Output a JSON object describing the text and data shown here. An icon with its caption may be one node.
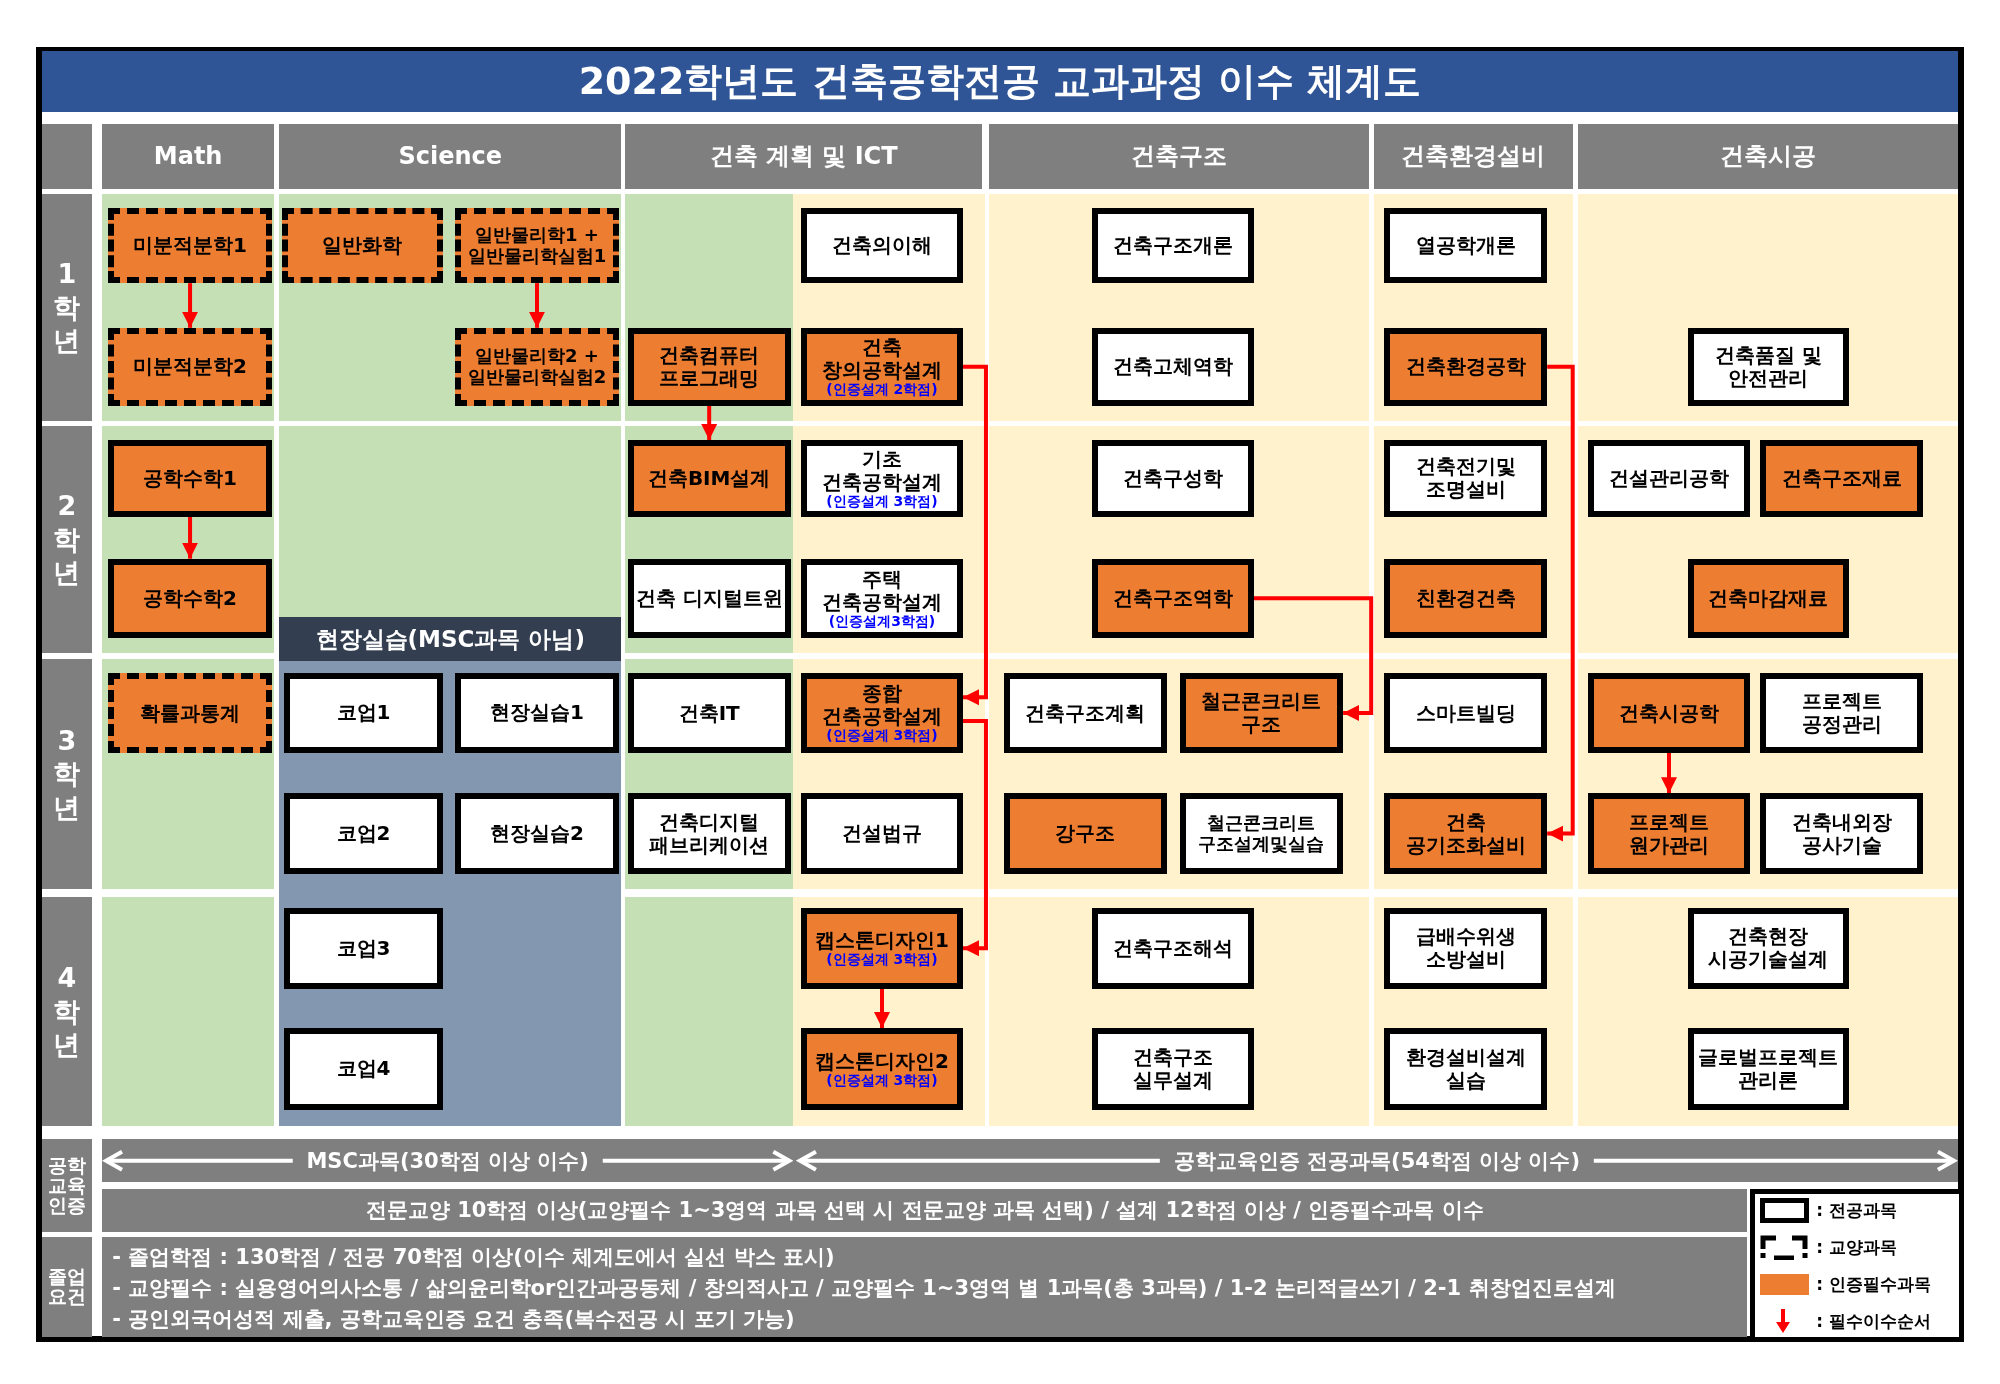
{
  "diagram": {
    "title": "2022학년도 건축공학전공 교과과정 이수 체계도",
    "nodes": [
      {
        "text": [
          "미분적분학1"
        ]
      },
      {
        "text": [
          "일반화학"
        ]
      },
      {
        "text": [
          "일반물리학1 + 일반물리학실험1"
        ]
      },
      {
        "text": [
          "건축의이해"
        ]
      },
      {
        "text": [
          "건축구조개론"
        ]
      },
      {
        "text": [
          "열공학개론"
        ]
      },
      {
        "text": [
          "미분적분학2"
        ]
      },
      {
        "text": [
          "일반물리학2 + 일반물리학실험2"
        ]
      },
      {
        "text": [
          "건축컴퓨터 프로그래밍"
        ]
      },
      {
        "text": [
          "건축 창의공학설계",
          "(인증설계 2학점)"
        ]
      },
      {
        "text": [
          "건축고체역학"
        ]
      },
      {
        "text": [
          "건축환경공학"
        ]
      },
      {
        "text": [
          "건축품질 및 안전관리"
        ]
      },
      {
        "text": [
          "공학수학1"
        ]
      },
      {
        "text": [
          "건축BIM설계"
        ]
      },
      {
        "text": [
          "기초 건축공학설계",
          "(인증설계 3학점)"
        ]
      },
      {
        "text": [
          "건축구성학"
        ]
      },
      {
        "text": [
          "건축전기및 조명설비"
        ]
      },
      {
        "text": [
          "건설관리공학"
        ]
      },
      {
        "text": [
          "건축구조재료"
        ]
      },
      {
        "text": [
          "공학수학2"
        ]
      },
      {
        "text": [
          "건축 디지털트윈"
        ]
      },
      {
        "text": [
          "주택 건축공학설계",
          "(인증설계3학점)"
        ]
      },
      {
        "text": [
          "건축구조역학"
        ]
      },
      {
        "text": [
          "친환경건축"
        ]
      },
      {
        "text": [
          "건축마감재료"
        ]
      },
      {
        "text": [
          "현장실습(MSC과목 아님)"
        ]
      },
      {
        "text": [
          "확률과통계"
        ]
      },
      {
        "text": [
          "코업1"
        ],
        "in": 26
      },
      {
        "text": [
          "현장실습1"
        ],
        "in": 26
      },
      {
        "text": [
          "건축IT"
        ]
      },
      {
        "text": [
          "종합 건축공학설계",
          "(인증설계 3학점)"
        ]
      },
      {
        "text": [
          "건축구조계획"
        ]
      },
      {
        "text": [
          "철근콘크리트 구조"
        ]
      },
      {
        "text": [
          "스마트빌딩"
        ]
      },
      {
        "text": [
          "건축시공학"
        ]
      },
      {
        "text": [
          "프로젝트 공정관리"
        ]
      },
      {
        "text": [
          "코업2"
        ],
        "in": 26
      },
      {
        "text": [
          "현장실습2"
        ],
        "in": 26
      },
      {
        "text": [
          "건축디지털 패브리케이션"
        ]
      },
      {
        "text": [
          "건설법규"
        ]
      },
      {
        "text": [
          "강구조"
        ]
      },
      {
        "text": [
          "철근콘크리트 구조설계및실습"
        ]
      },
      {
        "text": [
          "건축 공기조화설비"
        ]
      },
      {
        "text": [
          "프로젝트 원가관리"
        ]
      },
      {
        "text": [
          "건축내외장 공사기술"
        ]
      },
      {
        "text": [
          "코업3"
        ],
        "in": 26
      },
      {
        "text": [
          "캡스톤디자인1",
          "(인증설계 3학점)"
        ]
      },
      {
        "text": [
          "건축구조해석"
        ]
      },
      {
        "text": [
          "급배수위생 소방설비"
        ]
      },
      {
        "text": [
          "건축현장 시공기술설계"
        ]
      },
      {
        "text": [
          "코업4"
        ],
        "in": 26
      },
      {
        "text": [
          "캡스톤디자인2",
          "(인증설계 3학점)"
        ]
      },
      {
        "text": [
          "건축구조 실무설계"
        ]
      },
      {
        "text": [
          "환경설비설계 실습"
        ]
      },
      {
        "text": [
          "글로벌프로젝트 관리론"
        ]
      }
    ],
    "edges": [
      {
        "from": 0,
        "to": 6,
        "arrow": "to"
      },
      {
        "from": 2,
        "to": 7,
        "arrow": "to"
      },
      {
        "from": 8,
        "to": 14,
        "arrow": "to"
      },
      {
        "from": 9,
        "to": 31,
        "arrow": "to"
      },
      {
        "from": 11,
        "to": 43,
        "arrow": "to"
      },
      {
        "from": 13,
        "to": 20,
        "arrow": "to"
      },
      {
        "from": 23,
        "to": 33,
        "arrow": "to"
      },
      {
        "from": 31,
        "to": 47,
        "arrow": "to"
      },
      {
        "from": 35,
        "to": 44,
        "arrow": "to"
      },
      {
        "from": 47,
        "to": 52,
        "arrow": "to"
      }
    ],
    "labels": [
      "Math",
      "Science",
      "건축 계획 및 ICT",
      "건축구조",
      "건축환경설비",
      "건축시공",
      "1학년",
      "2학년",
      "3학년",
      "4학년",
      "공학교육인증",
      "MSC과목(30학점 이상 이수)",
      "공학교육인증 전공과목(54학점 이상 이수)",
      "전문교양 10학점 이상(교양필수 1~3영역 과목 선택 시 전문교양 과목 선택) / 설계 12학점 이상 / 인증필수과목 이수",
      "졸업요건",
      "- 졸업학점 : 130학점 / 전공 70학점 이상(이수 체계도에서 실선 박스 표시)",
      "- 교양필수 : 실용영어의사소통 / 삶의윤리학or인간과공동체 / 창의적사고 / 교양필수 1~3영역 별 1과목(총 3과목) / 1-2 논리적글쓰기 / 2-1 취창업진로설계",
      "- 공인외국어성적 제출, 공학교육인증 요건 충족(복수전공 시 포기 가능)"
    ],
    "legend": [
      {
        "text": ": 전공과목"
      },
      {
        "text": ": 교양과목"
      },
      {
        "text": ": 인증필수과목",
        "color": "#ed7d31"
      },
      {
        "text": ": 필수이수순서"
      }
    ]
  }
}
